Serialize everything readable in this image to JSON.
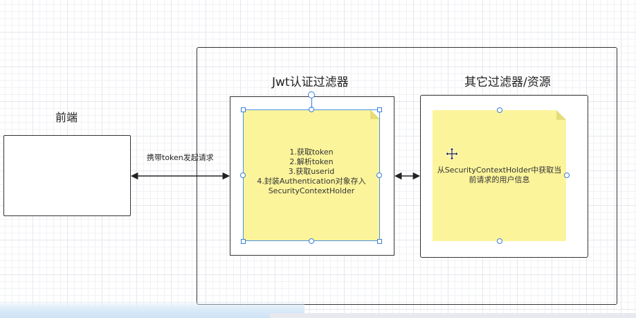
{
  "frontend": {
    "label": "前端"
  },
  "arrow_request": {
    "label": "携带token发起请求"
  },
  "jwt_filter": {
    "title": "Jwt认证过滤器",
    "note_lines": [
      "1.获取token",
      "2.解析token",
      "3.获取userid",
      "4.封装Authentication对象存入",
      "SecurityContextHolder"
    ]
  },
  "other_filters": {
    "title": "其它过滤器/资源",
    "note_lines": [
      "从SecurityContextHolder中获取当",
      "前请求的用户信息"
    ]
  },
  "colors": {
    "note_fill": "#fbf49b",
    "selection": "#3a7bd5",
    "border": "#333333"
  },
  "icons": {
    "move_cursor": "move-cursor-icon"
  }
}
